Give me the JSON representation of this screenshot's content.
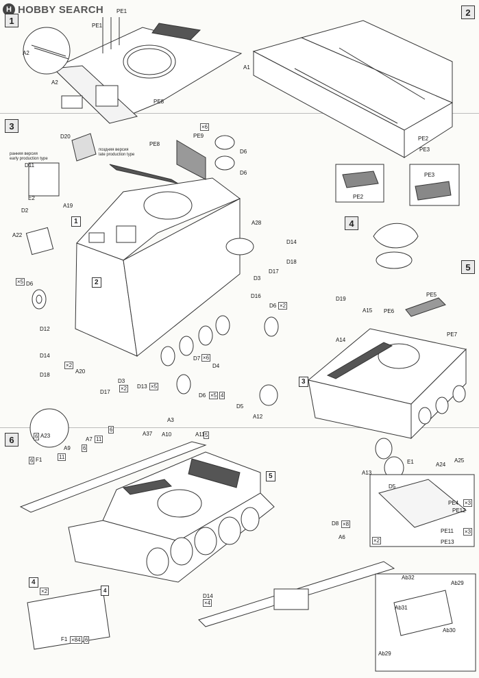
{
  "header": {
    "logo_text": "HOBBY SEARCH",
    "logo_glyph": "H"
  },
  "steps": {
    "s1": "1",
    "s2": "2",
    "s3": "3",
    "s4": "4",
    "s5": "5",
    "s6": "6"
  },
  "sub_refs": {
    "ref1": "1",
    "ref2": "2",
    "ref3": "3",
    "ref4": "4",
    "ref5": "5",
    "ref4b": "4"
  },
  "variants": {
    "early_ru": "ранняя версия",
    "early_en": "early production type",
    "late_ru": "поздняя версия",
    "late_en": "late production type"
  },
  "parts": {
    "pe1": "PE1",
    "a2": "A2",
    "a1": "A1",
    "pe2": "PE2",
    "pe3": "PE3",
    "pe8": "PE8",
    "pe9": "PE9",
    "d20": "D20",
    "d11": "D11",
    "d6": "D6",
    "e2": "E2",
    "a19": "A19",
    "d2": "D2",
    "a22": "A22",
    "a28": "A28",
    "d14": "D14",
    "d18": "D18",
    "d3": "D3",
    "d17": "D17",
    "d12": "D12",
    "d16": "D16",
    "d7": "D7",
    "d4": "D4",
    "d13": "D13",
    "a20": "A20",
    "d19": "D19",
    "a15": "A15",
    "a14": "A14",
    "pe5": "PE5",
    "pe6": "PE6",
    "pe7": "PE7",
    "d5": "D5",
    "a12": "A12",
    "a13": "A13",
    "e1": "E1",
    "a24": "A24",
    "a25": "A25",
    "a23": "A23",
    "f1": "F1",
    "a9": "A9",
    "a7": "A7",
    "a3": "A3",
    "a10": "A10",
    "a11": "A11",
    "a37": "A37",
    "d8": "D8",
    "a6": "A6",
    "pe4": "PE4",
    "pe12": "PE12",
    "pe11": "PE11",
    "pe13": "PE13",
    "ab32": "Ab32",
    "ab29": "Ab29",
    "ab31": "Ab31",
    "ab30": "Ab30"
  },
  "quantities": {
    "x6": "×6",
    "x5": "×5",
    "x2": "×2",
    "x3": "×3",
    "x4": "×4",
    "x8": "×8",
    "x84": "×84",
    "n6": "6",
    "n11": "11",
    "n5": "5",
    "n4": "4"
  },
  "colors": {
    "ink": "#222222",
    "paper": "#fbfbf8",
    "step_fill": "#eaeaea"
  }
}
